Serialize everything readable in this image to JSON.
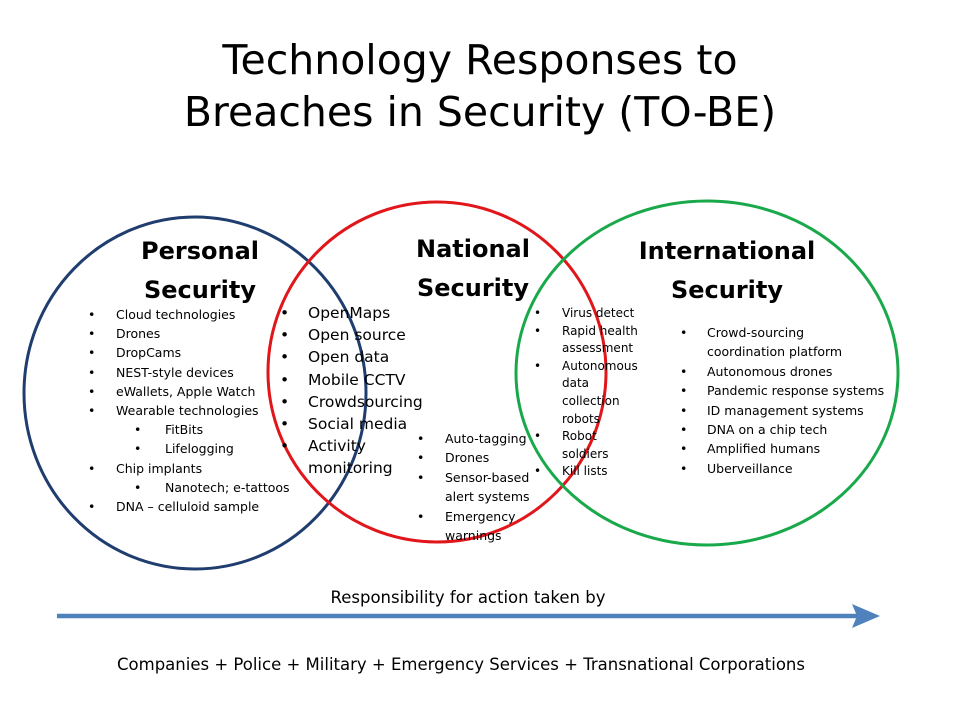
{
  "title": {
    "line1": "Technology Responses to",
    "line2": "Breaches in Security (TO-BE)"
  },
  "colors": {
    "personal_circle": "#1f3d6e",
    "national_circle": "#e0161b",
    "international_circle": "#19a94b",
    "arrow": "#4f81bd"
  },
  "circles": {
    "personal": {
      "heading_line1": "Personal",
      "heading_line2": "Security"
    },
    "national": {
      "heading_line1": "National",
      "heading_line2": "Security"
    },
    "international": {
      "heading_line1": "International",
      "heading_line2": "Security"
    }
  },
  "personal_items": [
    "Cloud technologies",
    "Drones",
    "DropCams",
    "NEST-style devices",
    "eWallets, Apple Watch",
    "Wearable technologies",
    "FitBits",
    "Lifelogging",
    "Chip implants",
    "Nanotech; e-tattoos",
    "DNA – celluloid sample"
  ],
  "overlap_personal_national_items": [
    "OpenMaps",
    "Open source",
    "Open data",
    "Mobile CCTV",
    "Crowdsourcing",
    "Social media",
    "Activity monitoring"
  ],
  "national_items": [
    "Auto-tagging",
    "Drones",
    "Sensor-based alert systems",
    "Emergency warnings"
  ],
  "overlap_national_international_items": [
    "Virus detect",
    "Rapid health assessment",
    "Autonomous data collection robots",
    "Robot soldiers",
    "Kill lists"
  ],
  "international_items": [
    "Crowd-sourcing coordination platform",
    "Autonomous  drones",
    "Pandemic response systems",
    "ID management systems",
    "DNA on a chip tech",
    "Amplified humans",
    "Uberveillance"
  ],
  "arrow_label": "Responsibility for action taken by",
  "footer": "Companies + Police + Military + Emergency Services + Transnational Corporations"
}
